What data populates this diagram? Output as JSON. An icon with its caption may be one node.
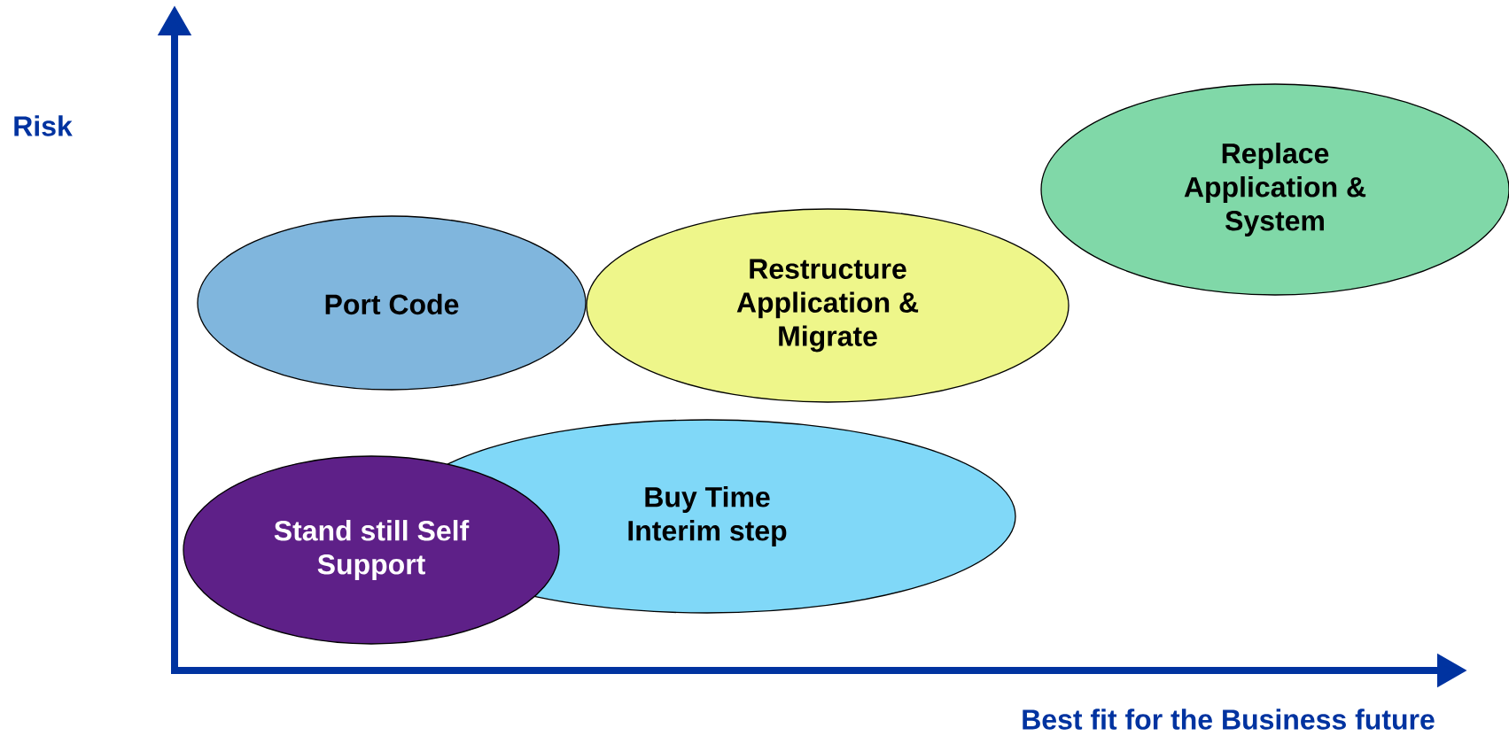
{
  "diagram": {
    "nodes": [
      {
        "text": [
          "Port Code"
        ]
      },
      {
        "text": [
          "Restructure Application & Migrate"
        ]
      },
      {
        "text": [
          "Replace Application & System"
        ]
      },
      {
        "text": [
          "Buy Time",
          "Interim step"
        ]
      },
      {
        "text": [
          "Stand still Self Support"
        ]
      }
    ],
    "labels": [
      "Risk",
      "Best fit for the Business future"
    ]
  }
}
